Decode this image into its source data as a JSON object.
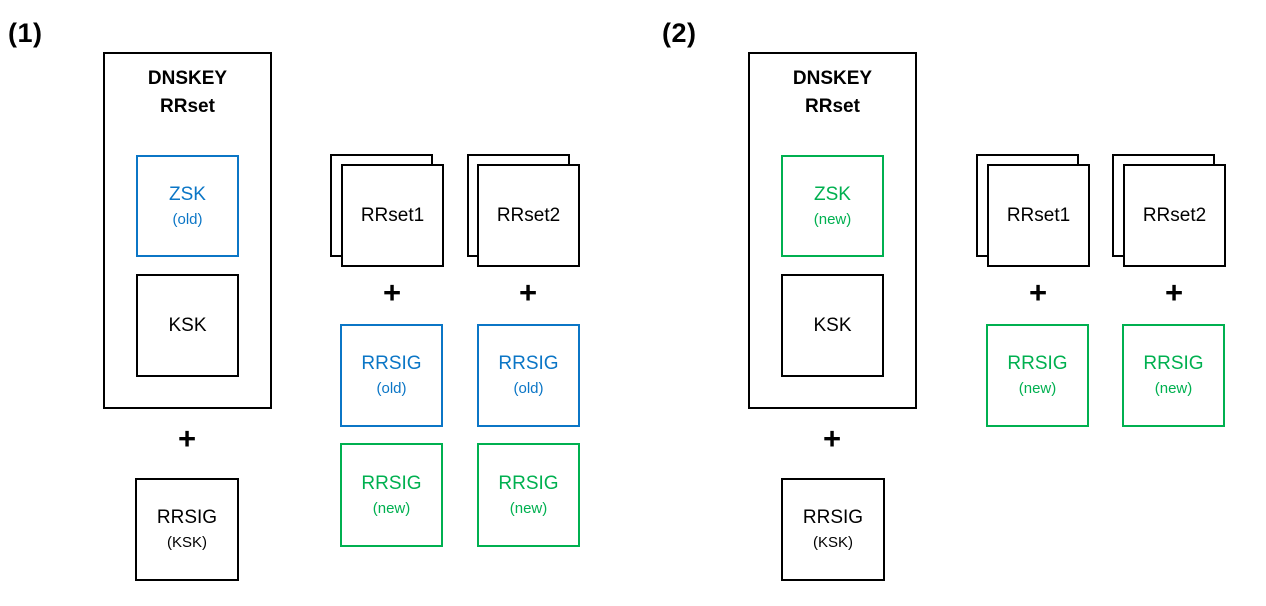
{
  "colors": {
    "blue": "#0b76c6",
    "green": "#00b050",
    "outline": "#000000",
    "background": "#ffffff"
  },
  "plus_sign": "+",
  "panels": [
    {
      "label": "(1)",
      "dnskey_box": {
        "title_line1": "DNSKEY",
        "title_line2": "RRset",
        "zsk_label": "ZSK",
        "zsk_state": "(old)",
        "ksk_label": "KSK"
      },
      "rrsig_ksk": {
        "label": "RRSIG",
        "sub": "(KSK)"
      },
      "columns": [
        {
          "rrset_label": "RRset1",
          "sigs": [
            {
              "label": "RRSIG",
              "state": "(old)",
              "color": "blue"
            },
            {
              "label": "RRSIG",
              "state": "(new)",
              "color": "green"
            }
          ]
        },
        {
          "rrset_label": "RRset2",
          "sigs": [
            {
              "label": "RRSIG",
              "state": "(old)",
              "color": "blue"
            },
            {
              "label": "RRSIG",
              "state": "(new)",
              "color": "green"
            }
          ]
        }
      ]
    },
    {
      "label": "(2)",
      "dnskey_box": {
        "title_line1": "DNSKEY",
        "title_line2": "RRset",
        "zsk_label": "ZSK",
        "zsk_state": "(new)",
        "ksk_label": "KSK"
      },
      "rrsig_ksk": {
        "label": "RRSIG",
        "sub": "(KSK)"
      },
      "columns": [
        {
          "rrset_label": "RRset1",
          "sigs": [
            {
              "label": "RRSIG",
              "state": "(new)",
              "color": "green"
            }
          ]
        },
        {
          "rrset_label": "RRset2",
          "sigs": [
            {
              "label": "RRSIG",
              "state": "(new)",
              "color": "green"
            }
          ]
        }
      ]
    }
  ]
}
